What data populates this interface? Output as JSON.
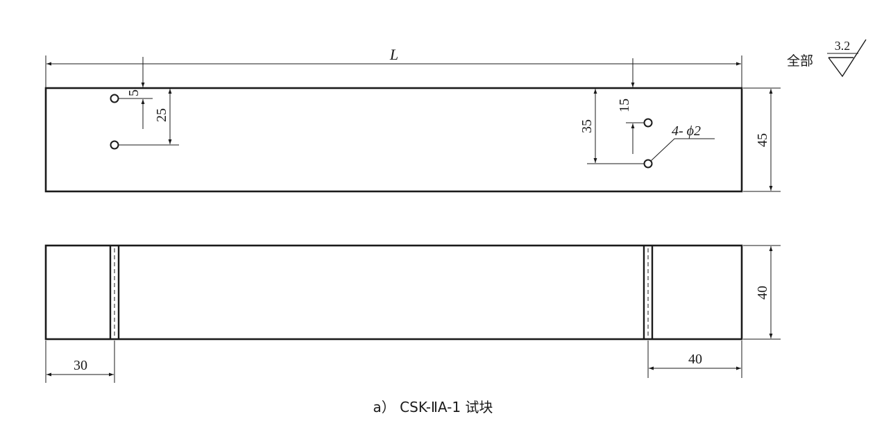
{
  "dimensions": {
    "length": "L",
    "hole_offset_5": "5",
    "hole_offset_25": "25",
    "hole_offset_15": "15",
    "hole_offset_35": "35",
    "height_45": "45",
    "height_40": "40",
    "left_30": "30",
    "right_40": "40"
  },
  "hole_callout": "4- ϕ2",
  "surface_finish": {
    "prefix": "全部",
    "roughness": "3.2"
  },
  "caption": "a） CSK-ⅡA-1 试块",
  "colors": {
    "line": "#1a1a1a",
    "background": "#ffffff"
  }
}
